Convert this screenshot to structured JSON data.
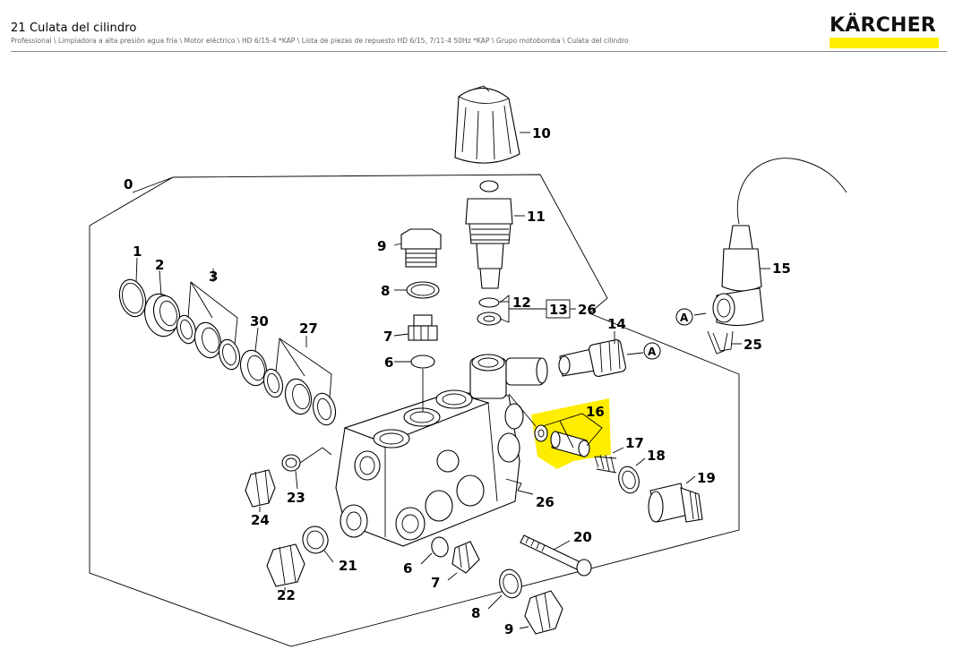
{
  "header": {
    "title": "21 Culata del cilindro",
    "breadcrumb": "Professional \\ Limpiadora a alta presión agua fría \\ Motor eléctrico \\ HD 6/15-4 *KAP \\ Lista de piezas de repuesto HD 6/15, 7/11-4 50Hz *KAP \\ Grupo motobomba \\ Culata del cilindro",
    "brand": "KÄRCHER"
  },
  "colors": {
    "highlight": "#ffed00",
    "line": "#000000"
  },
  "diagram": {
    "labels": {
      "p0": "0",
      "p1": "1",
      "p2": "2",
      "p3": "3",
      "p30": "30",
      "p27": "27",
      "p9a": "9",
      "p8a": "8",
      "p7a": "7",
      "p6a": "6",
      "p10": "10",
      "p11": "11",
      "p12": "12",
      "p13": "13",
      "p26a": "26",
      "p14": "14",
      "p15": "15",
      "p25": "25",
      "p16": "16",
      "p17": "17",
      "p18": "18",
      "p19": "19",
      "p23": "23",
      "p24": "24",
      "p26b": "26",
      "p20": "20",
      "p21": "21",
      "p22": "22",
      "p6b": "6",
      "p7b": "7",
      "p8b": "8",
      "p9b": "9",
      "markerA1": "A",
      "markerA2": "A"
    }
  }
}
